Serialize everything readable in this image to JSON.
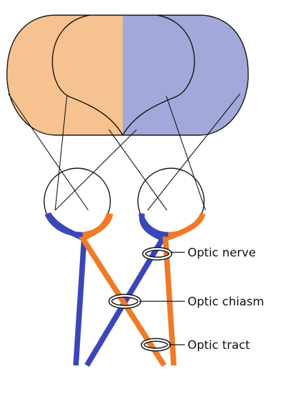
{
  "labels": {
    "optic_nerve": "Optic nerve",
    "optic_chiasm": "Optic chiasm",
    "optic_tract": "Optic tract"
  },
  "colors": {
    "left_field": "#f6c28f",
    "right_field": "#a3a8da",
    "orange_fiber": "#f07a27",
    "blue_fiber": "#3b47b8",
    "outline": "#111111"
  }
}
